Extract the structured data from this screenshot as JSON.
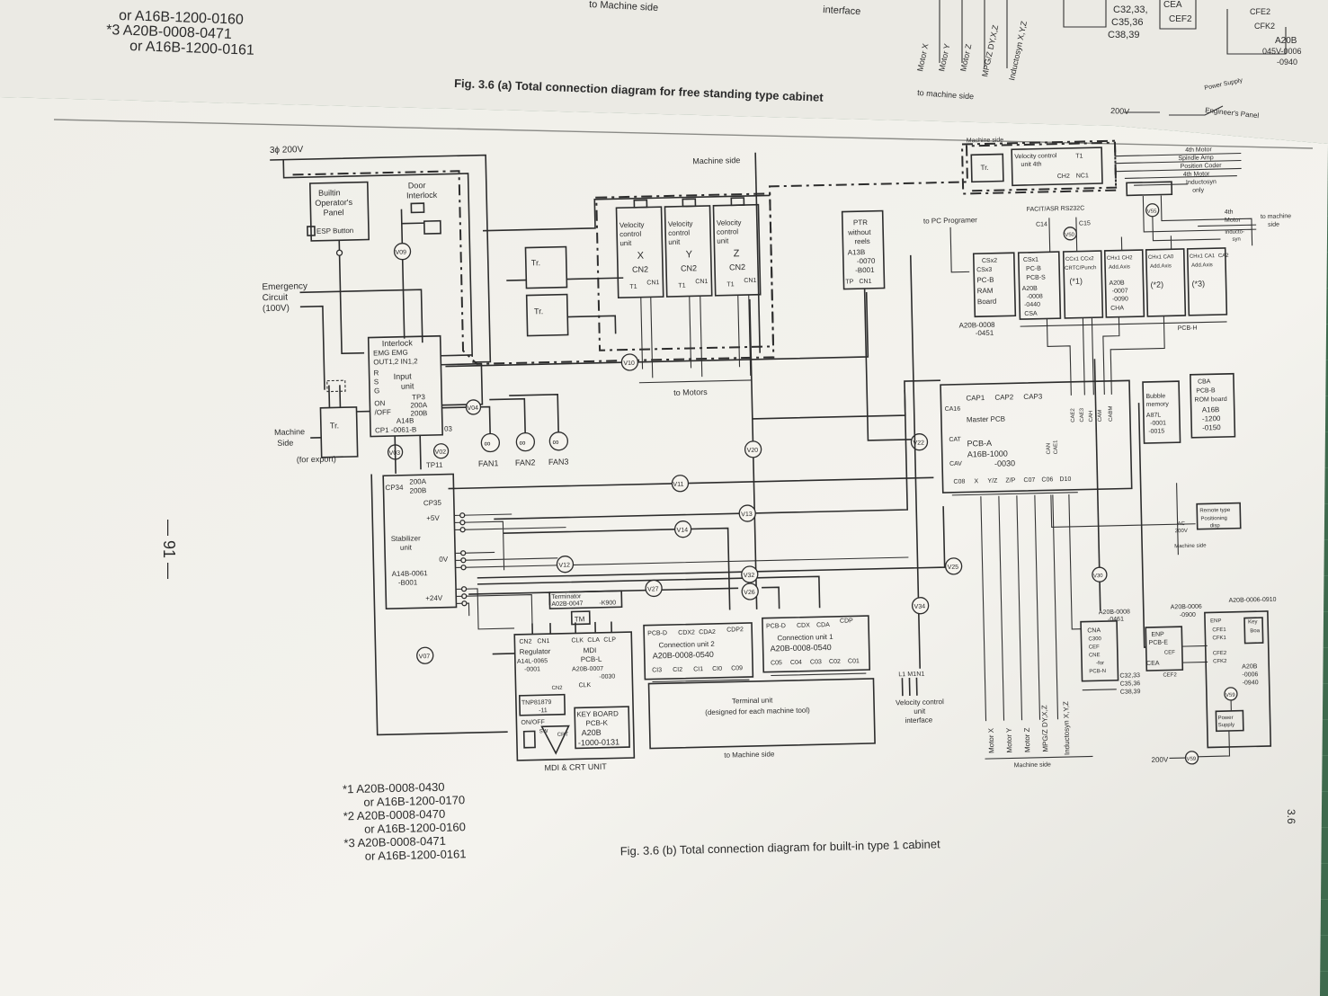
{
  "top_page": {
    "footnotes": [
      "or A16B-1200-0160",
      "*3 A20B-0008-0471",
      "or A16B-1200-0161"
    ],
    "labels": [
      "to Machine side",
      "interface",
      "to machine side",
      "Engineer's Panel",
      "200V",
      "Power Supply"
    ],
    "axis_labels": [
      "Motor X",
      "Motor Y",
      "Motor Z",
      "MPG/Z DY,X,Z",
      "Inductosyn X,Y,Z"
    ],
    "connectors": [
      "C32,33,",
      "C35,36",
      "C38,39",
      "CEA",
      "CEF2",
      "CFE2",
      "CFK2",
      "A20B",
      "045V-0006",
      "-0940"
    ],
    "caption": "Fig. 3.6 (a)    Total connection diagram for free standing type cabinet"
  },
  "page_number": "— 91 —",
  "side_number": "3.6",
  "diagram": {
    "power_in": "3ϕ 200V",
    "machine_side": "Machine side",
    "builtin_panel": [
      "Builtin",
      "Operator's",
      "Panel"
    ],
    "esp_button": "ESP Button",
    "door_interlock": [
      "Door",
      "Interlock"
    ],
    "emergency_circuit": [
      "Emergency",
      "Circuit",
      "(100V)"
    ],
    "transformer": "Tr.",
    "machine_side_export": [
      "Machine",
      "Side",
      "(for export)"
    ],
    "input_unit": {
      "lines": [
        "Interlock",
        "EMG  EMG",
        "OUT1,2  IN1,2",
        "R",
        "S",
        "G",
        "Input",
        "unit",
        "ON",
        "/OFF",
        "TP3",
        "200A",
        "200B",
        "A14B",
        "CP1  -0061-B",
        "03"
      ]
    },
    "tp11": "TP11",
    "stabilizer": {
      "lines": [
        "CP34",
        "200A",
        "200B",
        "CP35",
        "+5V",
        "Stabilizer",
        "unit",
        "0V",
        "A14B-0061",
        "-B001",
        "+24V"
      ]
    },
    "fans": [
      "FAN1",
      "FAN2",
      "FAN3"
    ],
    "velocity_units": [
      {
        "title": [
          "Velocity",
          "control",
          "unit"
        ],
        "axis": "X",
        "cn2": "CN2",
        "t1": "T1",
        "cn1": "CN1"
      },
      {
        "title": [
          "Velocity",
          "control",
          "unit"
        ],
        "axis": "Y",
        "cn2": "CN2",
        "t1": "T1",
        "cn1": "CN1"
      },
      {
        "title": [
          "Velocity",
          "control",
          "unit"
        ],
        "axis": "Z",
        "cn2": "CN2",
        "t1": "T1",
        "cn1": "CN1"
      }
    ],
    "to_motors": "to Motors",
    "ptr": [
      "PTR",
      "without",
      "reels",
      "A13B",
      "-0070",
      "-B001",
      "TP",
      "CN1"
    ],
    "to_pc_programmer": "to PC Programer",
    "facit": "FACIT/ASR RS232C",
    "c14": "C14",
    "c15": "C15",
    "velocity_4th": [
      "Velocity control",
      "unit 4th",
      "T1",
      "CH2",
      "NC1"
    ],
    "fourth_list": [
      "4th Motor",
      "Spindle Amp",
      "Position Coder",
      "4th Motor",
      "Inductosyn",
      "only"
    ],
    "to_machine_side": [
      "to machine",
      "side"
    ],
    "fourth_motor": [
      "4th",
      "Motor",
      "Inducto-",
      "syn"
    ],
    "pcb_boards": [
      {
        "lines": [
          "CSx2",
          "CSx3",
          "PC-B",
          "RAM",
          "Board"
        ],
        "part": [
          "A20B-0008",
          "-0451"
        ]
      },
      {
        "lines": [
          "CSx1",
          "PC-B",
          "PCB-S",
          "A20B",
          "-0008",
          "-0440",
          "CSA"
        ]
      },
      {
        "lines": [
          "CCx1 CCx2",
          "CRTC/Punch",
          "(*1)"
        ]
      },
      {
        "lines": [
          "CHx1 CH2",
          "Add.Axis",
          "A20B",
          "-0007",
          "-0090",
          "CHA"
        ]
      },
      {
        "lines": [
          "CHx1 CA0",
          "Add.Axis",
          "(*2)"
        ]
      },
      {
        "lines": [
          "CHx1 CA1",
          "CA2",
          "Add.Axis",
          "(*3)"
        ]
      }
    ],
    "pcb_h": "PCB-H",
    "master_pcb": {
      "lines": [
        "CAP1",
        "CAP2",
        "CAP3",
        "CA16",
        "Master PCB",
        "CAT",
        "PCB-A",
        "A16B-1000",
        "-0030",
        "CAV",
        "C08",
        "X",
        "Y/Z",
        "Z/P",
        "C07",
        "C06",
        "D10"
      ],
      "side_labels": [
        "CAN",
        "CAE1",
        "CAE2",
        "CAE3",
        "CAH",
        "CAM",
        "CABM"
      ]
    },
    "bubble": [
      "Bubble",
      "memory",
      "A87L",
      "-0001",
      "-0015"
    ],
    "rom_board": [
      "CBA",
      "PCB-B",
      "ROM board",
      "A16B",
      "-1200",
      "-0150"
    ],
    "remote_type": [
      "Remote type",
      "Positioning",
      "disp"
    ],
    "ac200": [
      "AC",
      "200V"
    ],
    "machine_side_small": "Machine side",
    "terminator": [
      "Terminator",
      "A02B-0047",
      "-K900"
    ],
    "tm": "TM",
    "mdi_crt": {
      "lines": [
        "CN2",
        "CN1",
        "Regulator",
        "A14L-0065",
        "-0001",
        "CLK",
        "CLA",
        "CLP",
        "MDI",
        "PCB-L",
        "A20B-0007",
        "-0030",
        "CLK",
        "TNP81879",
        "-11",
        "CN2",
        "ON/OFF",
        "SW",
        "CRT",
        "KEY BOARD",
        "PCB-K",
        "A20B",
        "-1000-0131"
      ],
      "title": "MDI & CRT UNIT"
    },
    "conn2": {
      "lines": [
        "PCB-D",
        "CDX2",
        "CDA2",
        "CDP2",
        "Connection unit 2",
        "A20B-0008-0540",
        "CI3",
        "CI2",
        "CI1",
        "CI0",
        "C09"
      ]
    },
    "conn1": {
      "lines": [
        "PCB-D",
        "CDX",
        "CDA",
        "CDP",
        "Connection unit 1",
        "A20B-0008-0540",
        "C05",
        "C04",
        "C03",
        "C02",
        "C01"
      ]
    },
    "terminal_unit": [
      "Terminal unit",
      "(designed for each machine tool)"
    ],
    "to_machine_side_bottom": "to Machine side",
    "velocity_interface": [
      "L1",
      "M1",
      "N1",
      "Velocity control",
      "unit",
      "interface"
    ],
    "motor_labels": [
      "Motor X",
      "Motor Y",
      "Motor Z",
      "MPG/Z DY,X,Z",
      "Inductosyn X,Y,Z"
    ],
    "machine_side_bottom": "Machine side",
    "cna_block": [
      "A20B-0008",
      "-0461",
      "CNA",
      "C300",
      "CEF",
      "CNE",
      "-for",
      "PCB-N",
      "C32,33",
      "C35,36",
      "C38,39"
    ],
    "enp_block": [
      "ENP",
      "PCB-E",
      "CEF",
      "CEA",
      "CEF2",
      "A20B-0006",
      "-0900"
    ],
    "engineer_panel": [
      "ENP",
      "CFE1",
      "CFK1",
      "Key",
      "Boa",
      "CFE2",
      "CFK2",
      "A20B",
      "-0006",
      "-0940",
      "Power",
      "Supply"
    ],
    "a20b_0006_0910": "A20B-0006-0910",
    "v_200": "200V",
    "voltage_tags": [
      "V09",
      "V04",
      "V03",
      "V02",
      "V10",
      "V11",
      "V12",
      "V13",
      "V14",
      "V20",
      "V22",
      "V25",
      "V26",
      "V27",
      "V32",
      "V34",
      "V07",
      "V55",
      "V50",
      "V59",
      "V30"
    ],
    "footnotes": [
      [
        "*1  A20B-0008-0430",
        "or A16B-1200-0170"
      ],
      [
        "*2  A20B-0008-0470",
        "or A16B-1200-0160"
      ],
      [
        "*3  A20B-0008-0471",
        "or A16B-1200-0161"
      ]
    ],
    "caption": "Fig. 3.6 (b)    Total connection diagram for built-in type 1 cabinet"
  }
}
